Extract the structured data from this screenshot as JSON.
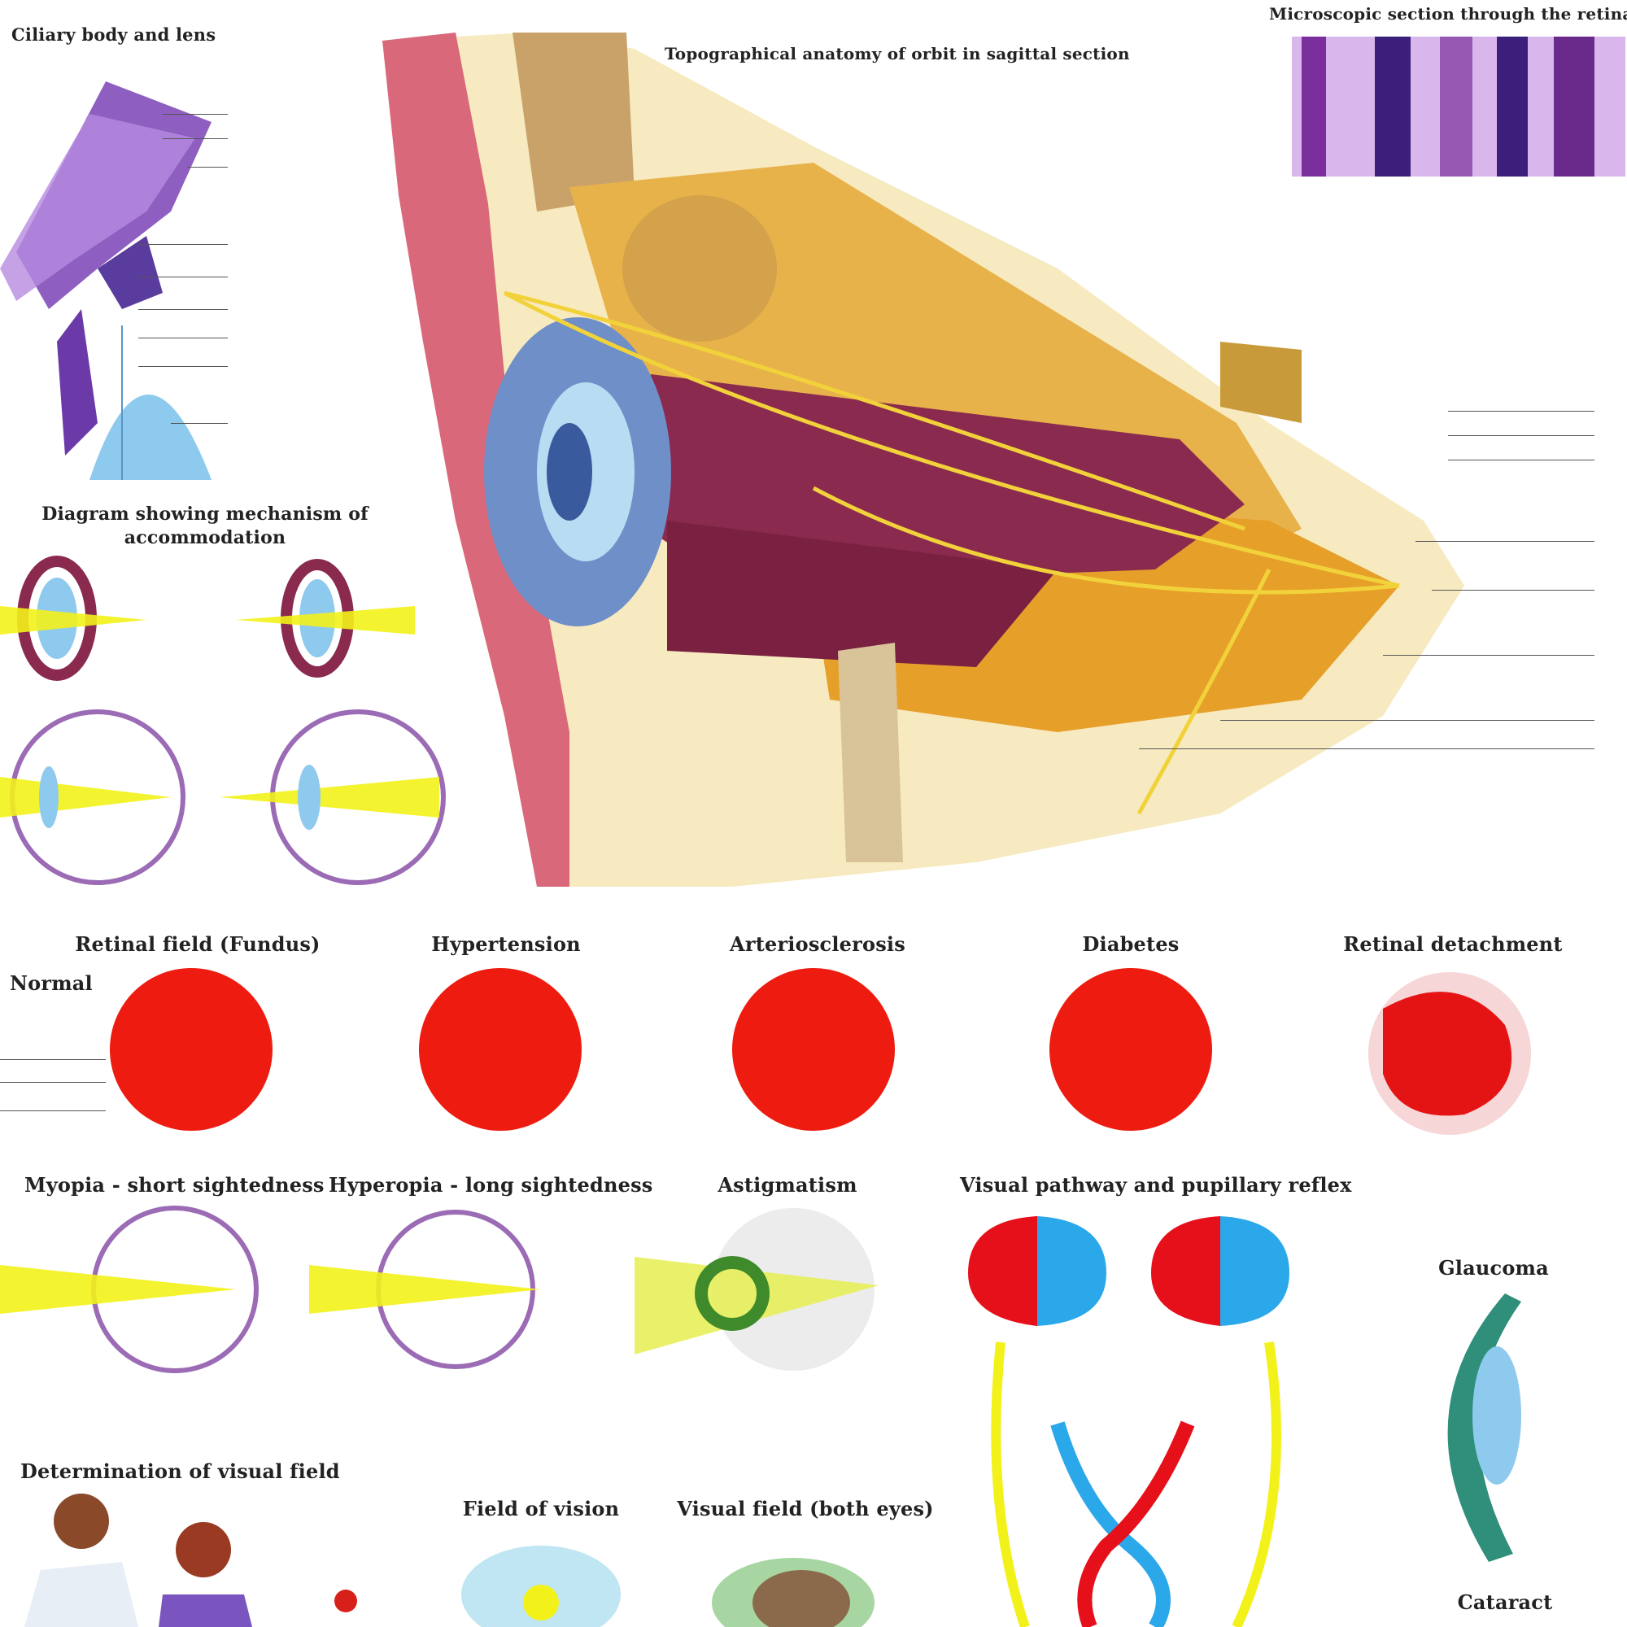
{
  "titles": {
    "ciliary": "Ciliary body and lens",
    "orbit": "Topographical anatomy of orbit in sagittal section",
    "micro": "Microscopic section through the retina",
    "accommodation": "Diagram showing mechanism of accommodation",
    "retinal_field": "Retinal field (Fundus)",
    "normal": "Normal",
    "hypertension": "Hypertension",
    "arteriosclerosis": "Arteriosclerosis",
    "diabetes": "Diabetes",
    "retinal_detachment": "Retinal detachment",
    "myopia": "Myopia - short sightedness",
    "hyperopia": "Hyperopia - long sightedness",
    "astigmatism": "Astigmatism",
    "visual_pathway": "Visual pathway and pupillary reflex",
    "glaucoma": "Glaucoma",
    "visual_field_det": "Determination of visual field",
    "field_of_vision": "Field of vision",
    "visual_field_both": "Visual field (both eyes)",
    "cataract": "Cataract"
  },
  "colors": {
    "fundus_red": "#ee1c10",
    "lens_blue": "#8ec9ee",
    "ray_yellow": "#f2f21a",
    "eye_purple": "#9b6bb5",
    "nerve_yellow": "#f2d23a",
    "muscle_maroon": "#8a2a4e",
    "field_red": "#e6101a",
    "field_blue": "#2aa8ea"
  }
}
